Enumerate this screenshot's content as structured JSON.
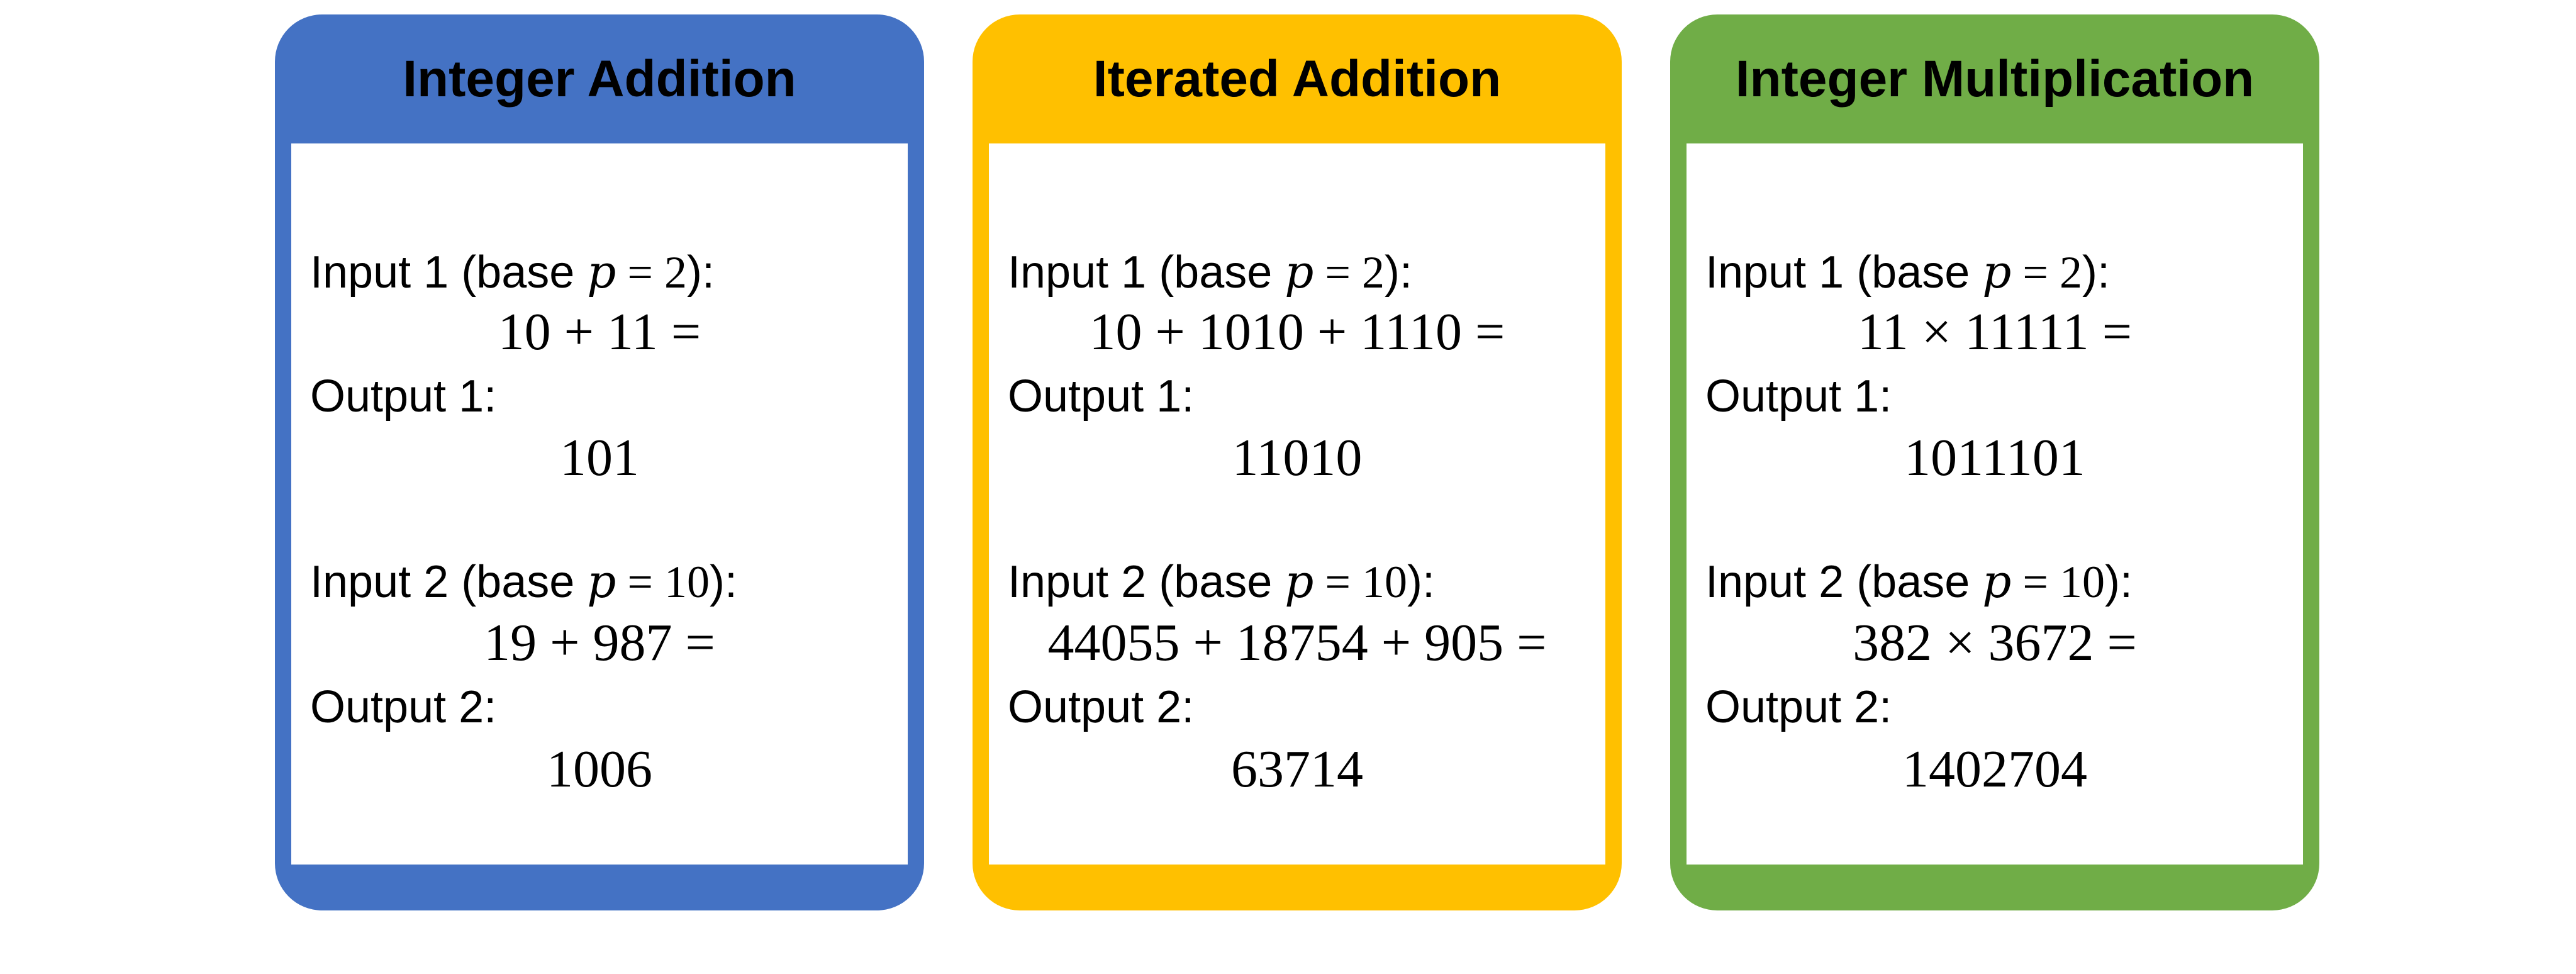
{
  "common": {
    "base_prefix": "(base ",
    "var": "p",
    "eq": " = ",
    "suffix": "):",
    "input1_label": "Input 1 ",
    "input2_label": "Input 2 ",
    "output1_label": "Output 1:",
    "output2_label": "Output 2:",
    "base1": "2",
    "base2": "10"
  },
  "cards": [
    {
      "title": "Integer Addition",
      "color": "#4472C4",
      "equation1": "10 + 11 =",
      "output1": "101",
      "equation2": "19 + 987 =",
      "output2": "1006"
    },
    {
      "title": "Iterated Addition",
      "color": "#FFC000",
      "equation1": "10 + 1010 + 1110 =",
      "output1": "11010",
      "equation2": "44055 + 18754 + 905 =",
      "output2": "63714"
    },
    {
      "title": "Integer Multiplication",
      "color": "#70AD47",
      "equation1": "11 × 11111 =",
      "output1": "1011101",
      "equation2": "382 × 3672 =",
      "output2": "1402704"
    }
  ]
}
